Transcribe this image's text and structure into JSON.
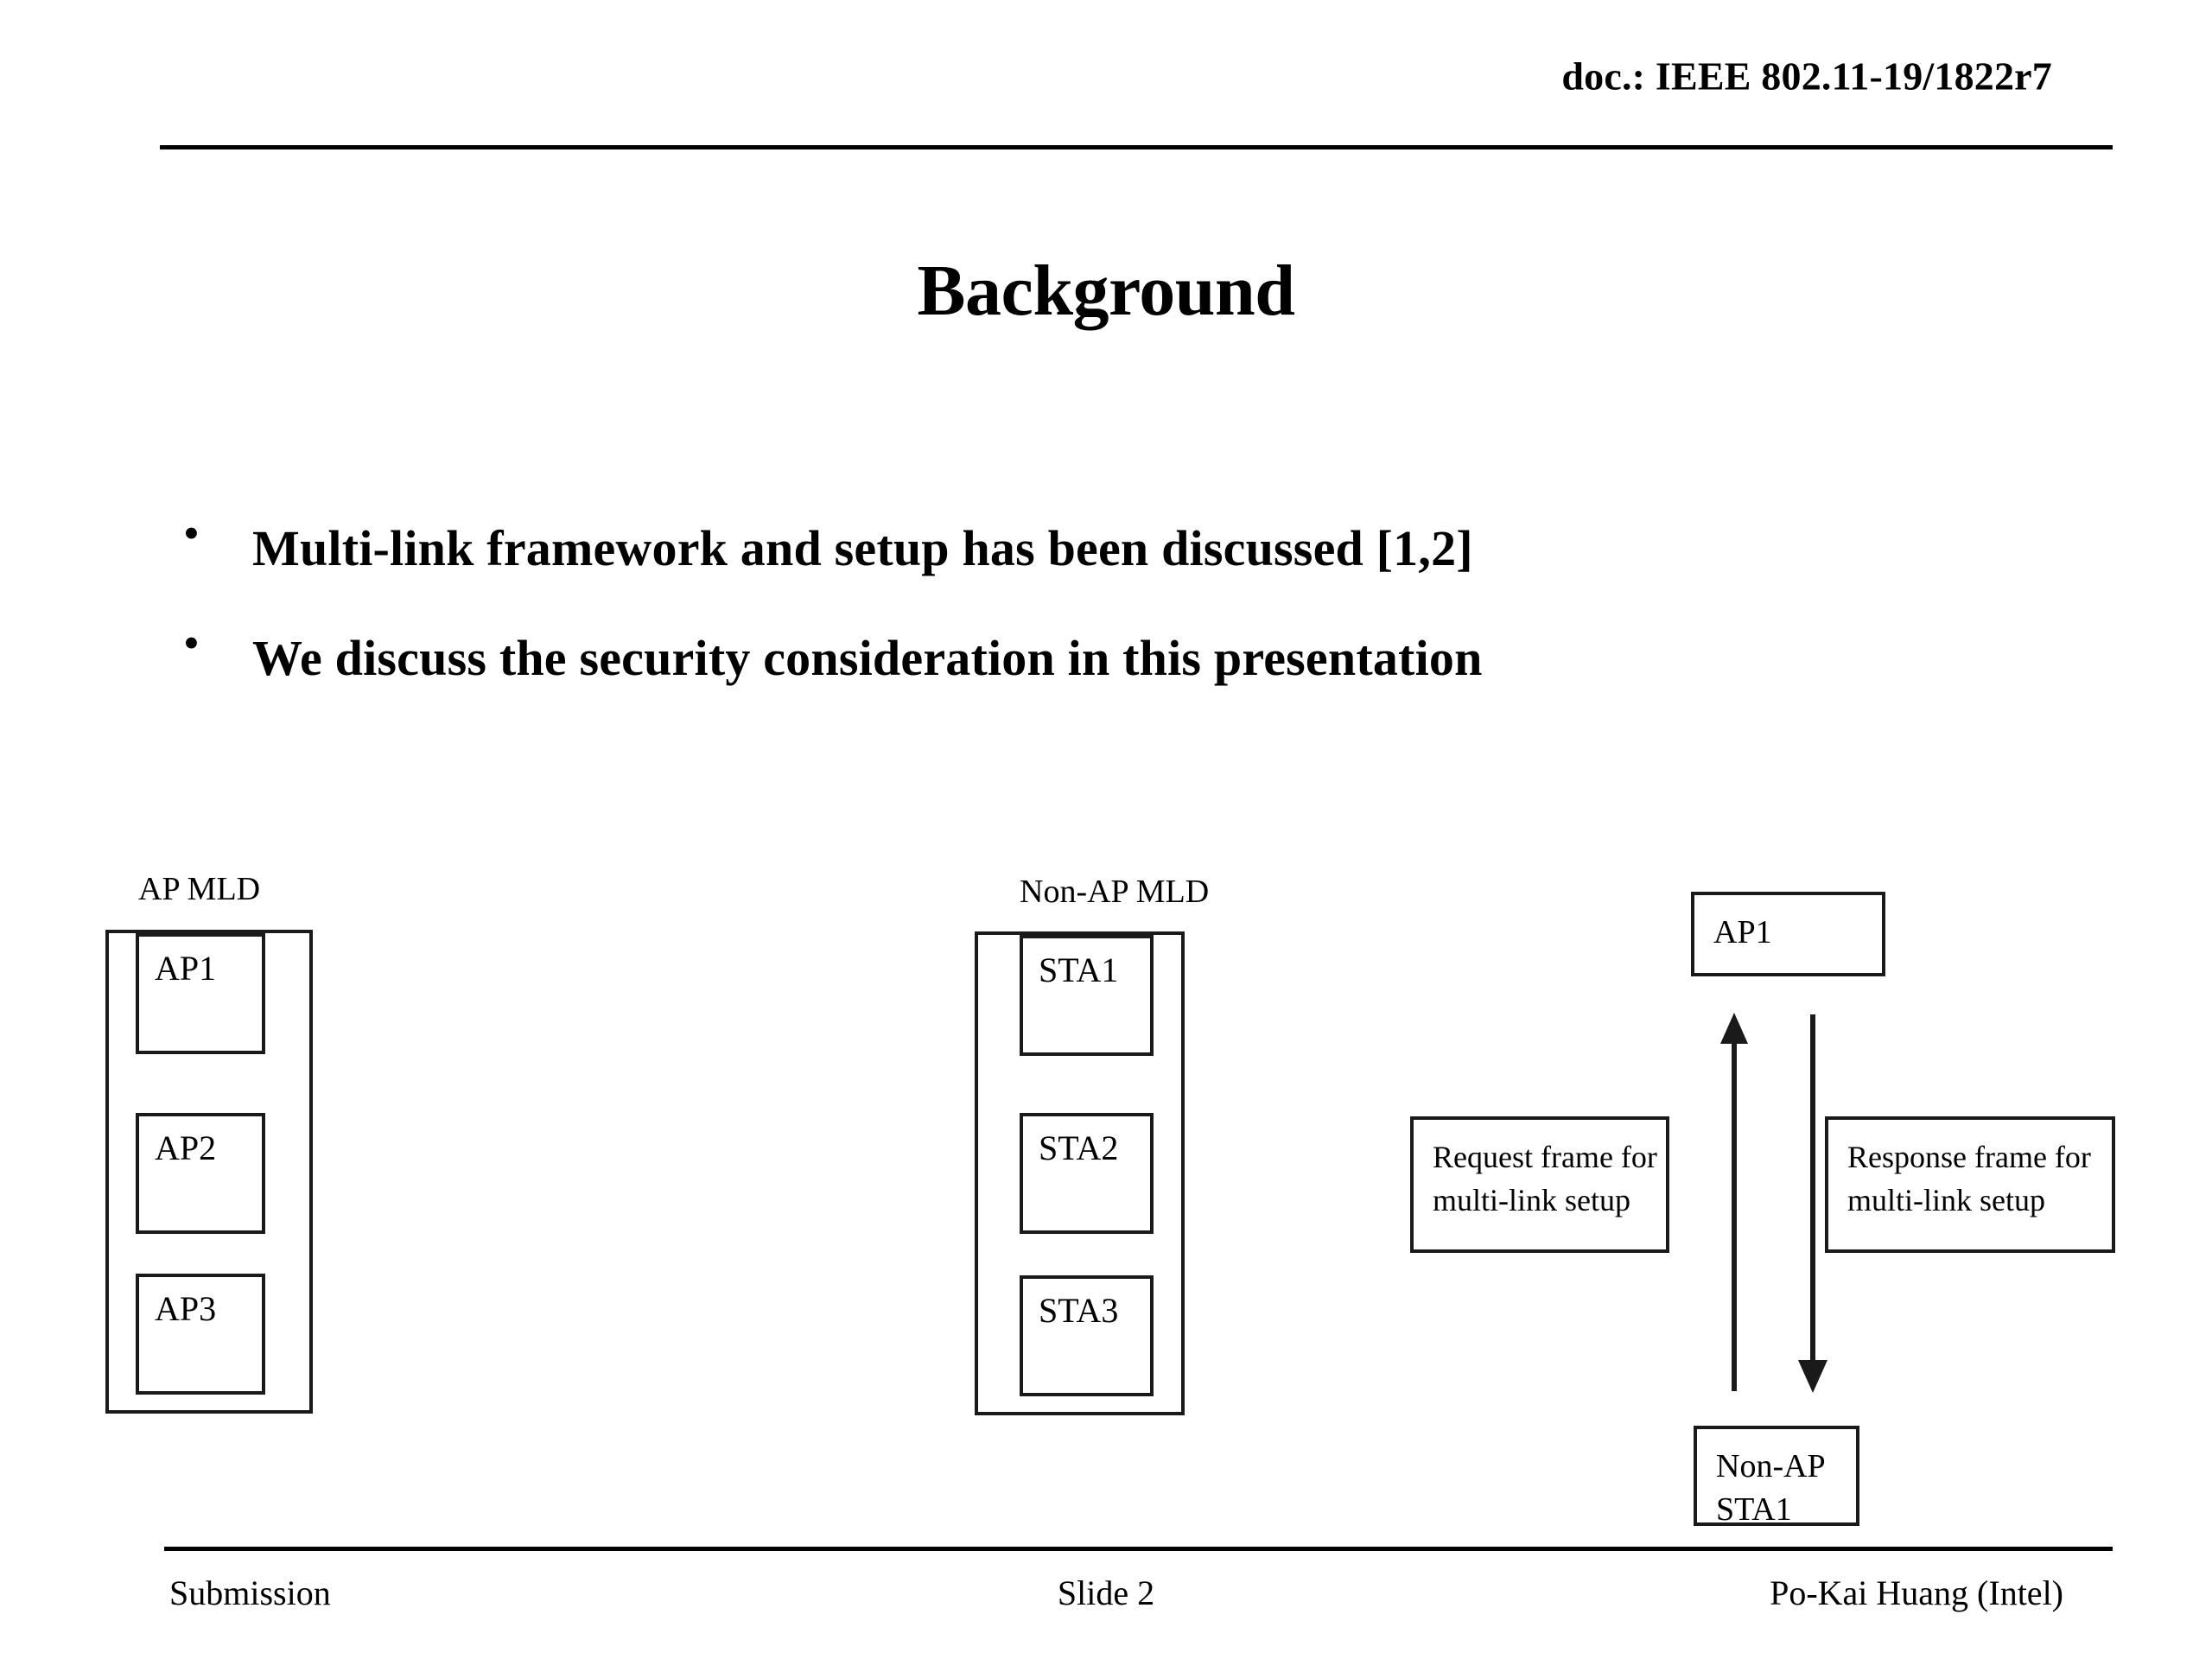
{
  "header": {
    "doc_reference": "doc.: IEEE 802.11-19/1822r7"
  },
  "title": "Background",
  "bullets": [
    {
      "marker": "•",
      "text": "Multi-link framework and setup has been discussed [1,2]"
    },
    {
      "marker": "•",
      "text": "We discuss the security consideration in this presentation"
    }
  ],
  "diagram": {
    "ap_mld": {
      "caption": "AP MLD",
      "links": [
        "AP1",
        "AP2",
        "AP3"
      ]
    },
    "non_ap_mld": {
      "caption": "Non-AP MLD",
      "links": [
        "STA1",
        "STA2",
        "STA3"
      ]
    },
    "sequence": {
      "top_node": "AP1",
      "bottom_node": "Non-AP\nSTA1",
      "bottom_node_line1": "Non-AP",
      "bottom_node_line2": "STA1",
      "request_label_line1": "Request frame for",
      "request_label_line2": "multi-link setup",
      "response_label_line1": "Response frame for",
      "response_label_line2": "multi-link setup",
      "up_arrow_direction": "up",
      "down_arrow_direction": "down"
    }
  },
  "footer": {
    "left": "Submission",
    "center": "Slide 2",
    "right": "Po-Kai Huang (Intel)"
  },
  "colors": {
    "text": "#000000",
    "stroke": "#1a1a1a",
    "background": "#ffffff"
  }
}
